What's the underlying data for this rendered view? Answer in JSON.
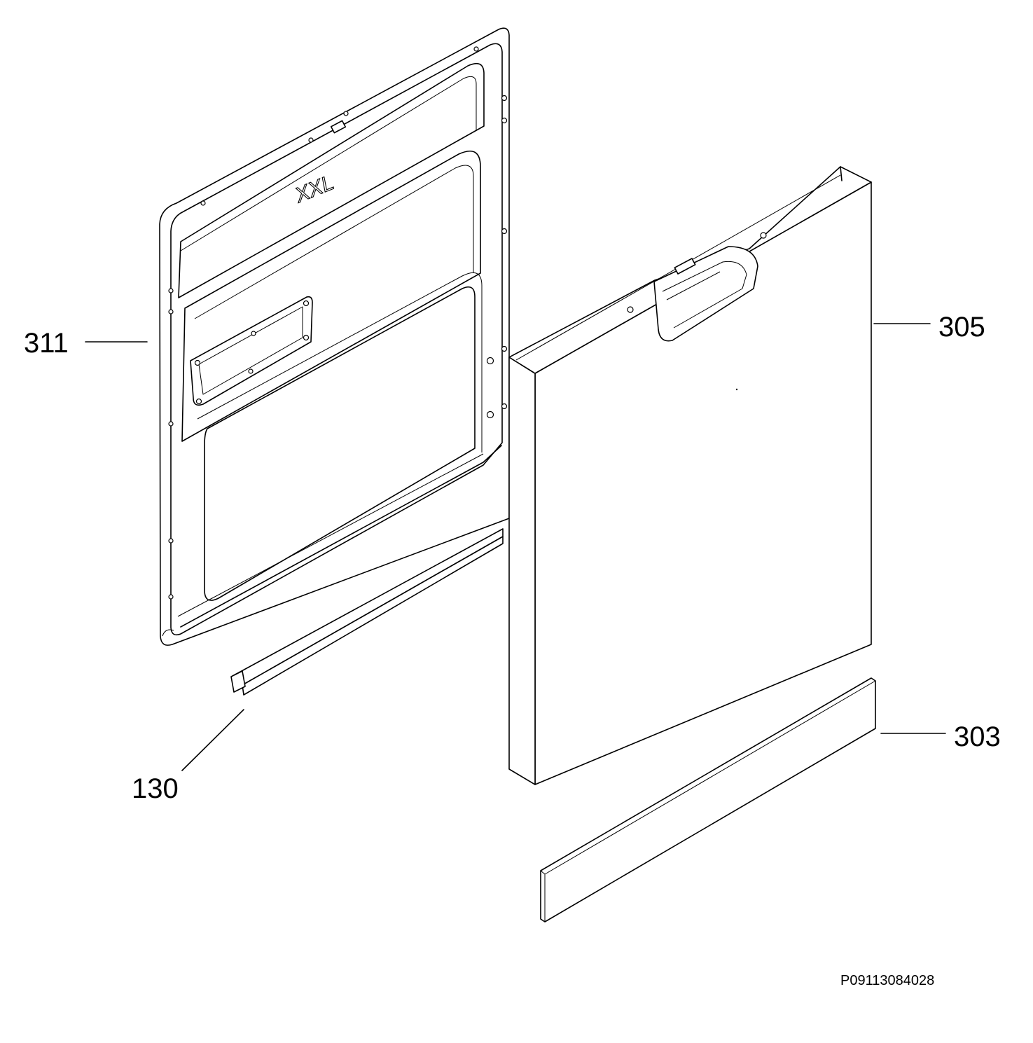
{
  "callouts": [
    {
      "id": "inner-door",
      "label": "311"
    },
    {
      "id": "door-panel",
      "label": "305"
    },
    {
      "id": "kick-plate",
      "label": "303"
    },
    {
      "id": "seal-strip",
      "label": "130"
    }
  ],
  "brand_mark": "XXL",
  "drawing_id": "P09113084028",
  "colors": {
    "line": "#000000",
    "background": "#ffffff"
  }
}
